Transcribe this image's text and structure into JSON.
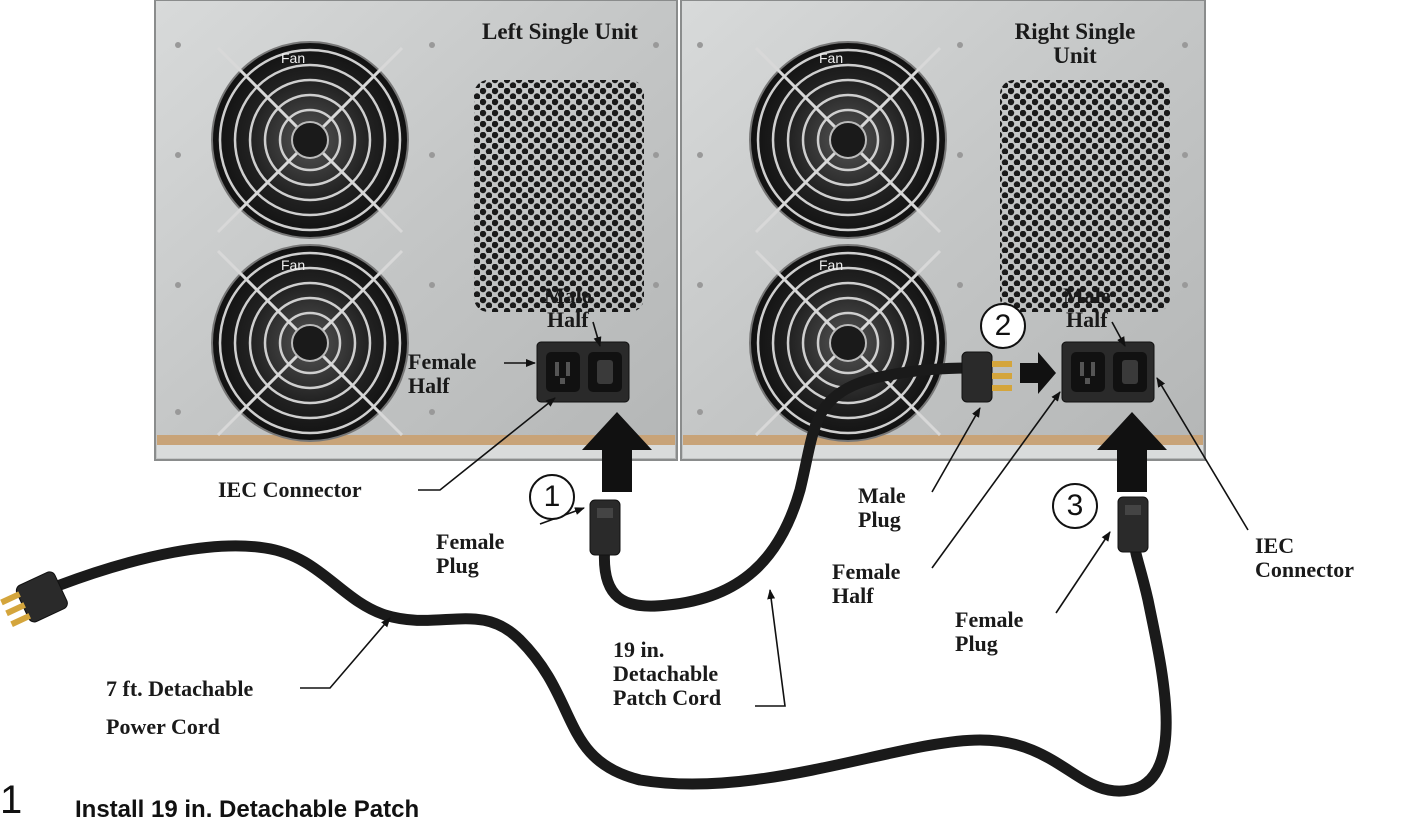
{
  "units": {
    "left_title": "Left Single Unit",
    "right_title": "Right Single Unit"
  },
  "fans": [
    "Fan",
    "Fan",
    "Fan",
    "Fan"
  ],
  "labels": {
    "male_half_line1": "Male",
    "male_half_line2": "Half",
    "female_half_line1": "Female",
    "female_half_line2": "Half",
    "iec_connector": "IEC Connector",
    "iec_line1": "IEC",
    "iec_line2": "Connector",
    "female_plug_line1": "Female",
    "female_plug_line2": "Plug",
    "male_plug_line1": "Male",
    "male_plug_line2": "Plug",
    "patch_line1": "19 in.",
    "patch_line2": "Detachable",
    "patch_line3": "Patch Cord",
    "power_line1": "7 ft. Detachable",
    "power_line2": "Power Cord"
  },
  "steps": [
    "1",
    "2",
    "3"
  ],
  "caption": {
    "number": "1",
    "text": "Install 19 in. Detachable Patch"
  },
  "colors": {
    "panel": "#c9cbcb",
    "panel_edge": "#8a8c8c",
    "copper_strip": "#c8a378",
    "cord": "#1a1a1a",
    "connector": "#2a2a2a",
    "prongs": "#d4a53c"
  }
}
